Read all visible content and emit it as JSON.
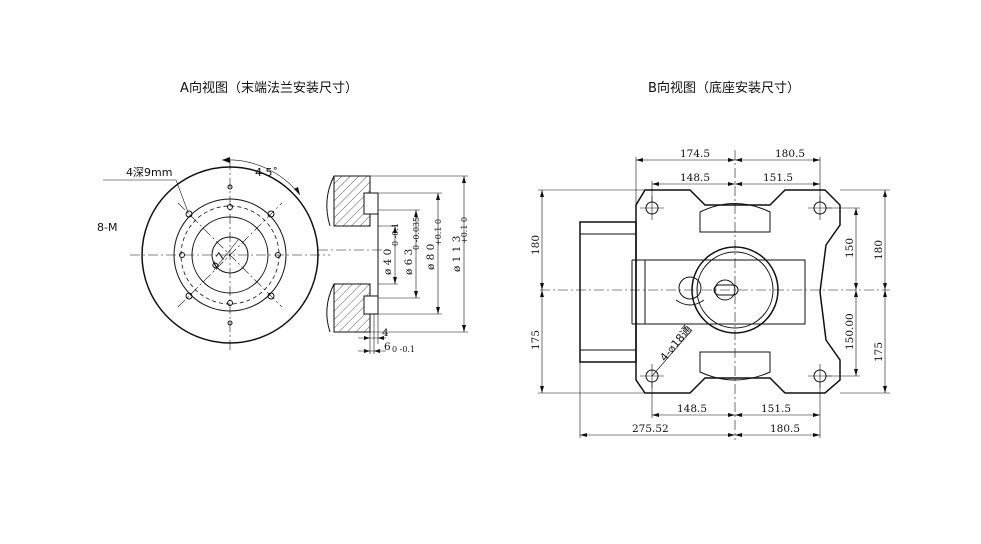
{
  "view_a": {
    "title": "A向视图（末端法兰安装尺寸）",
    "hole_note": "4深9mm",
    "thread_note": "8-M",
    "angle": "4 5˚",
    "center_dia": "ø 7",
    "dims": {
      "d40": "ø 4 0",
      "d40_tol": "0 -0.1",
      "d63": "ø 6 3",
      "d63_tol": "0 -0.035",
      "d80": "ø 8 0",
      "d80_tol": "+0.1 0",
      "d113": "ø 1 1 3",
      "d113_tol": "+0.1 0",
      "depth4": "4",
      "depth6": "6",
      "depth6_tol": "0 -0.1"
    }
  },
  "view_b": {
    "title": "B向视图（底座安装尺寸）",
    "slot_note": "4-⌀18通",
    "dims": {
      "top_left": "174.5",
      "top_right": "180.5",
      "inner_top_left": "148.5",
      "inner_top_right": "151.5",
      "bot_inner_left": "148.5",
      "bot_inner_right": "151.5",
      "bot_left": "275.52",
      "bot_right": "180.5",
      "left_upper": "180",
      "left_lower": "175",
      "right_upper_inner": "150",
      "right_lower_inner": "150.00",
      "right_upper": "180",
      "right_lower": "175"
    }
  }
}
